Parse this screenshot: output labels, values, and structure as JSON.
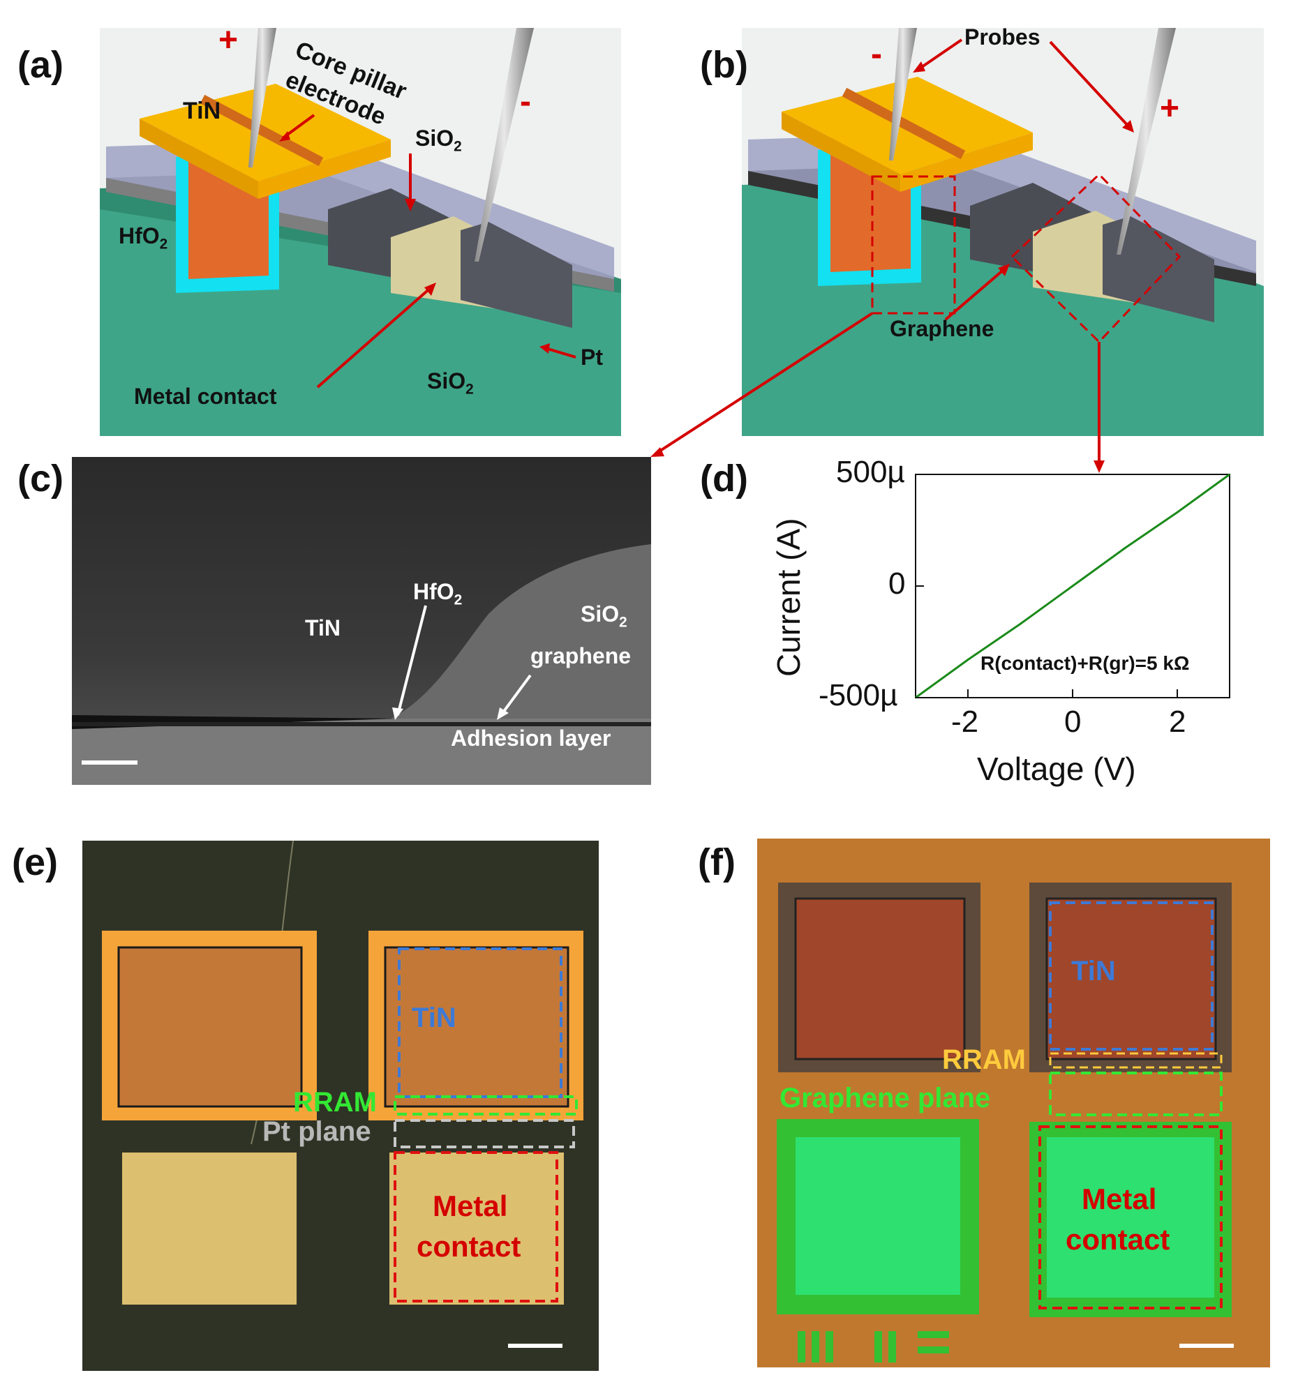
{
  "panels": {
    "a": "(a)",
    "b": "(b)",
    "c": "(c)",
    "d": "(d)",
    "e": "(e)",
    "f": "(f)"
  },
  "panel_a": {
    "plus": "+",
    "minus": "-",
    "tin": "TiN",
    "core_pillar": "Core pillar",
    "electrode": "electrode",
    "sio2_top": "SiO2",
    "hfo2": "HfO2",
    "pt": "Pt",
    "sio2_bottom": "SiO2",
    "metal_contact": "Metal contact"
  },
  "panel_b": {
    "minus": "-",
    "plus": "+",
    "probes": "Probes",
    "graphene": "Graphene"
  },
  "panel_c": {
    "tin": "TiN",
    "hfo2": "HfO2",
    "sio2": "SiO2",
    "graphene": "graphene",
    "adhesion": "Adhesion layer"
  },
  "panel_e": {
    "tin": "TiN",
    "rram": "RRAM",
    "pt_plane": "Pt plane",
    "metal": "Metal",
    "contact": "contact"
  },
  "panel_f": {
    "tin": "TiN",
    "rram": "RRAM",
    "graphene_plane": "Graphene plane",
    "metal": "Metal",
    "contact": "contact"
  },
  "chart_data": {
    "type": "line",
    "xlabel": "Voltage (V)",
    "ylabel": "Current (A)",
    "xlim": [
      -3,
      3
    ],
    "ylim": [
      -0.0005,
      0.0005
    ],
    "xticks": [
      {
        "v": -2,
        "label": "-2"
      },
      {
        "v": 0,
        "label": "0"
      },
      {
        "v": 2,
        "label": "2"
      }
    ],
    "yticks": [
      {
        "v": 0.0005,
        "label": "500µ"
      },
      {
        "v": 0,
        "label": "0"
      },
      {
        "v": -0.0005,
        "label": "-500µ"
      }
    ],
    "annotation": "R(contact)+R(gr)=5 kΩ",
    "series": [
      {
        "color": "#1a8a1a",
        "x": [
          -3,
          -2,
          -1,
          0,
          1,
          2,
          3
        ],
        "y": [
          -0.0005,
          -0.00033,
          -0.00017,
          0,
          0.00017,
          0.00033,
          0.0005
        ]
      }
    ]
  }
}
